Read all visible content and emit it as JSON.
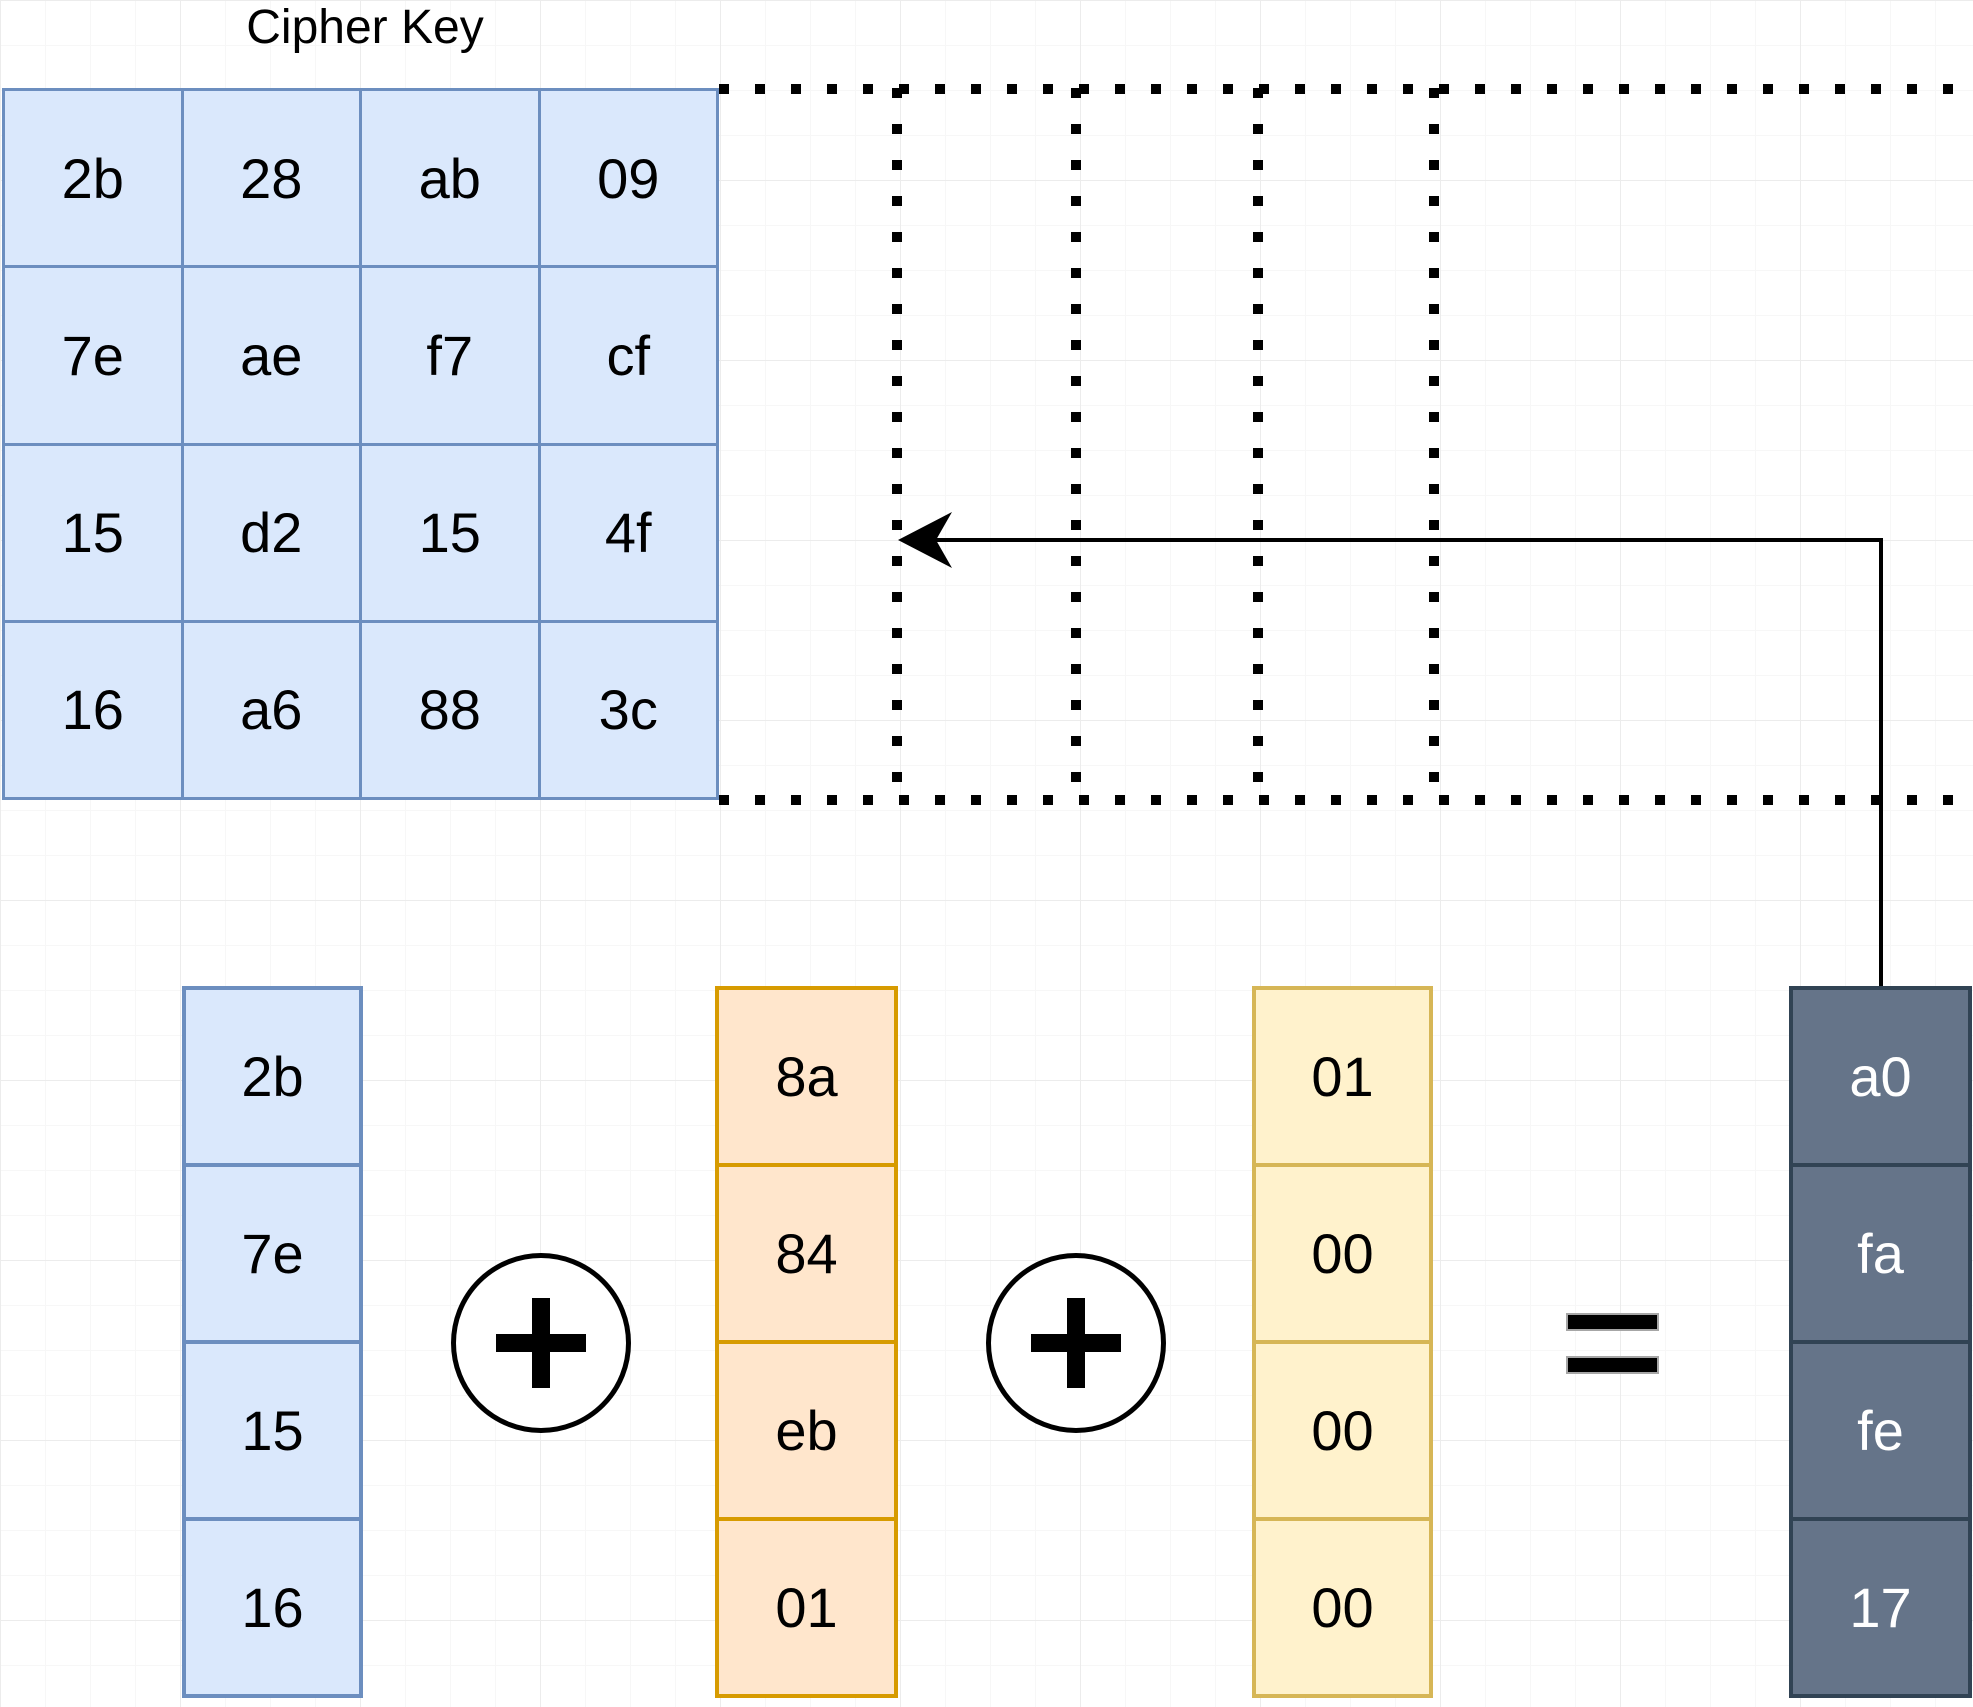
{
  "title": "Cipher Key",
  "cipher_key": {
    "rows": [
      [
        "2b",
        "28",
        "ab",
        "09"
      ],
      [
        "7e",
        "ae",
        "f7",
        "cf"
      ],
      [
        "15",
        "d2",
        "15",
        "4f"
      ],
      [
        "16",
        "a6",
        "88",
        "3c"
      ]
    ]
  },
  "equation": {
    "word_w0": [
      "2b",
      "7e",
      "15",
      "16"
    ],
    "g_w3": [
      "8a",
      "84",
      "eb",
      "01"
    ],
    "rcon": [
      "01",
      "00",
      "00",
      "00"
    ],
    "result_w4": [
      "a0",
      "fa",
      "fe",
      "17"
    ],
    "operator_symbol": "xor-circle-plus",
    "equals_symbol": "="
  },
  "colors": {
    "blue_fill": "#dae8fc",
    "blue_border": "#6c8ebf",
    "orange_fill": "#ffe6cc",
    "orange_border": "#d79b00",
    "yellow_fill": "#fff2cc",
    "yellow_border": "#d6b656",
    "dark_fill": "#657489",
    "dark_border": "#314354",
    "line": "#000000",
    "dark_text": "#ffffff",
    "text": "#000000"
  }
}
